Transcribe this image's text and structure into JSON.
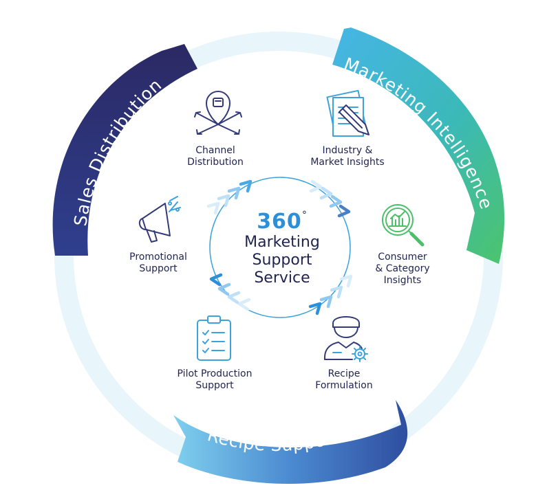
{
  "ring_labels": {
    "top_right": "Marketing Intelligence",
    "left": "Sales Distribution",
    "bottom": "Recipe Support"
  },
  "center": {
    "number": "360",
    "degree": "°",
    "line1": "Marketing",
    "line2": "Support",
    "line3": "Service"
  },
  "items": [
    {
      "line1": "Channel",
      "line2": "Distribution",
      "icon": "location-pin-arrows-icon"
    },
    {
      "line1": "Industry &",
      "line2": "Market Insights",
      "icon": "document-pencil-icon"
    },
    {
      "line1": "Consumer",
      "line2": "& Category",
      "line3": "Insights",
      "icon": "magnifier-chart-icon"
    },
    {
      "line1": "Recipe",
      "line2": "Formulation",
      "icon": "chef-gear-icon"
    },
    {
      "line1": "Pilot Production",
      "line2": "Support",
      "icon": "clipboard-checklist-icon"
    },
    {
      "line1": "Promotional",
      "line2": "Support",
      "icon": "megaphone-percent-icon"
    }
  ],
  "colors": {
    "navy": "#2a2d6e",
    "deep_blue": "#2f4ea0",
    "light_blue": "#7fd0ef",
    "teal": "#3bb7c9",
    "green": "#4cc46c",
    "ring_pale": "#e8f5fb",
    "icon_navy": "#333a7a",
    "icon_blue": "#3aa3dc",
    "icon_green": "#4cbf6a",
    "accent_blue": "#2c8fd9"
  }
}
